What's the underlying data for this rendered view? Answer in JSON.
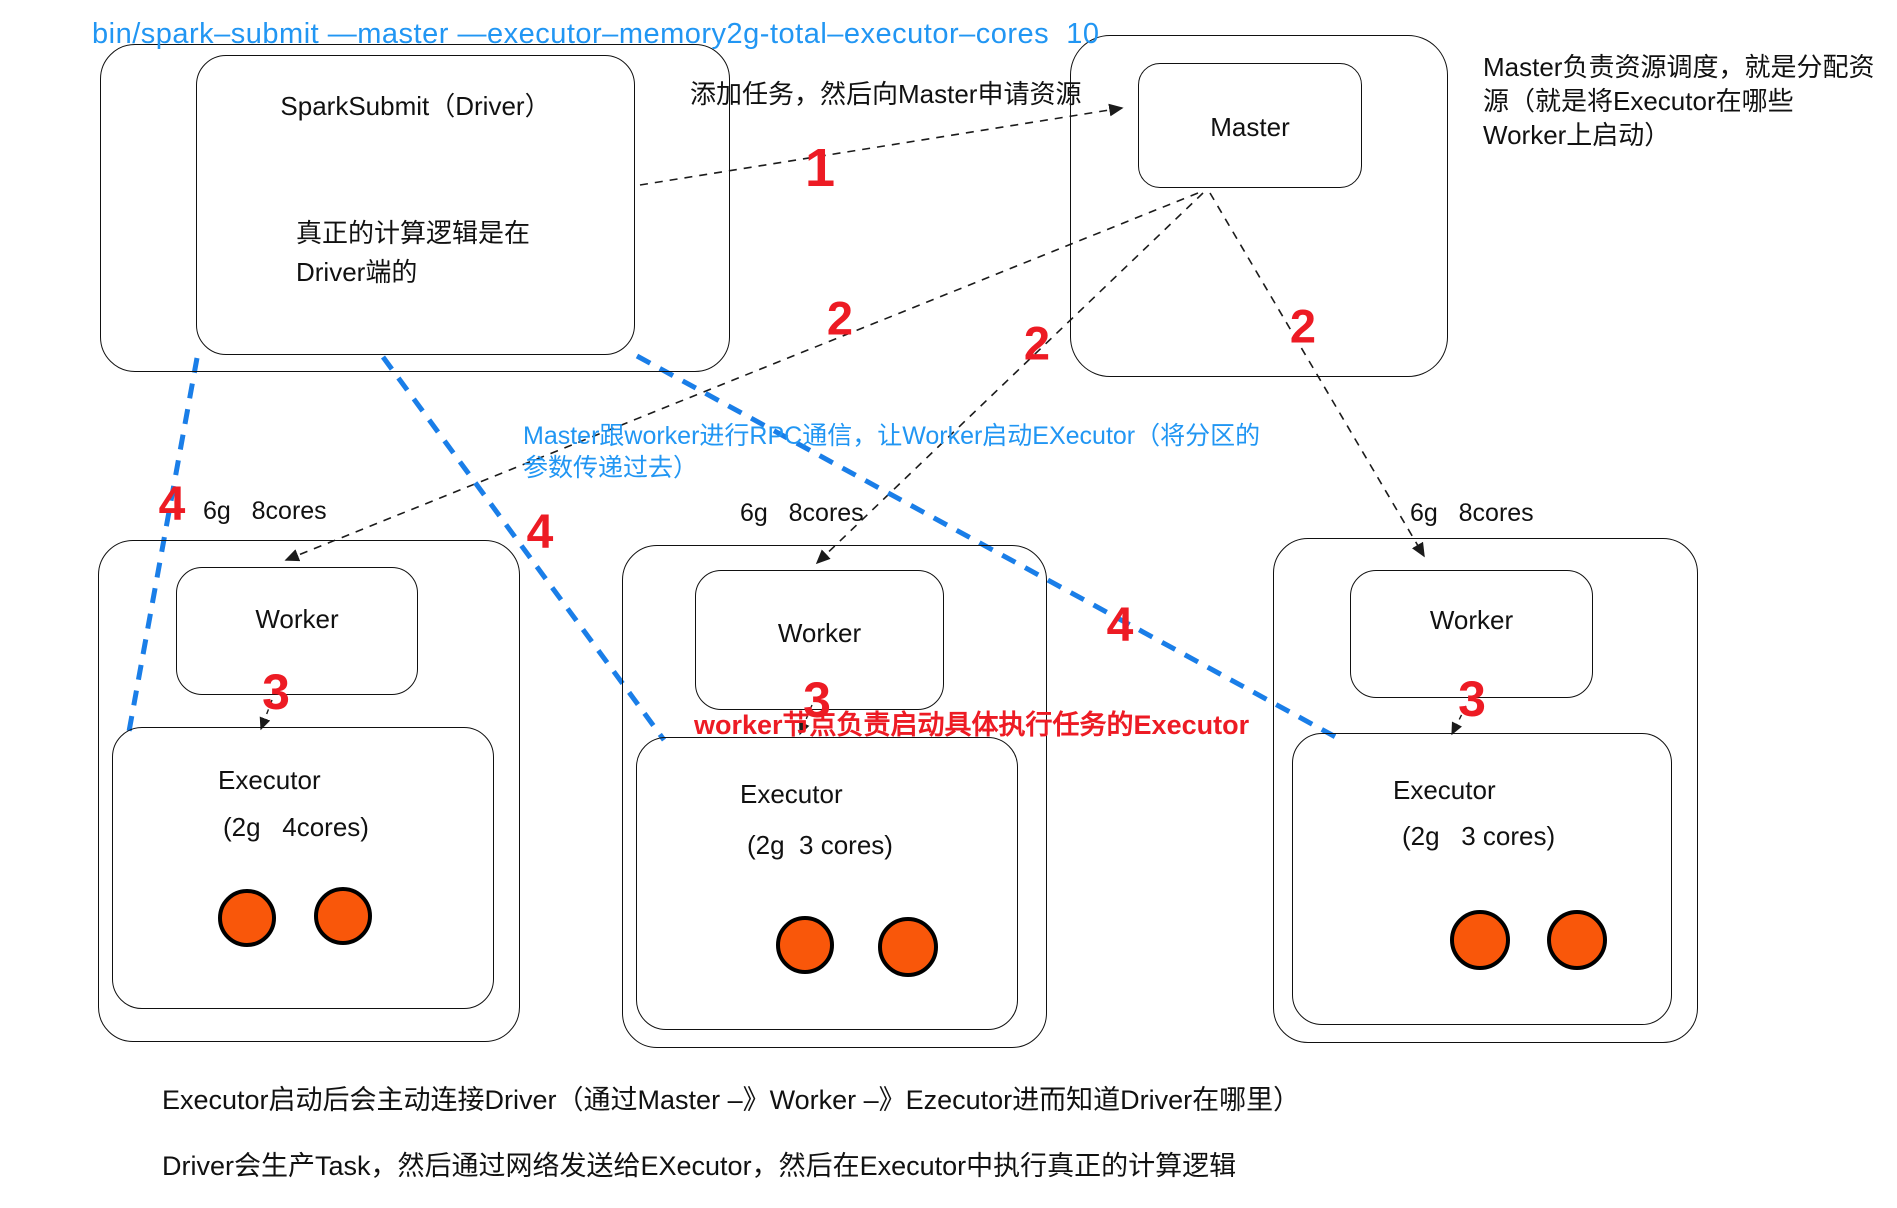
{
  "palette": {
    "blue_text": "#2196f3",
    "blue_line": "#1a7ee8",
    "red": "#ed1b24",
    "orange": "#f9570a"
  },
  "command": "bin/spark–submit —master —executor–memory2g-total–executor–cores  10",
  "annotations": {
    "request_note": "添加任务，然后向Master申请资源",
    "master_role": "Master负责资源调度，就是分配资源（就是将Executor在哪些Worker上启动）",
    "rpc_line1": "Master跟worker进行RPC通信，让Worker启动EXecutor（将分区的",
    "rpc_line2": "参数传递过去）",
    "worker_note": "worker节点负责启动具体执行任务的Executor",
    "bottom_line1": "Executor启动后会主动连接Driver（通过Master –》Worker –》Ezecutor进而知道Driver在哪里）",
    "bottom_line2": "Driver会生产Task，然后通过网络发送给EXecutor，然后在Executor中执行真正的计算逻辑"
  },
  "driver": {
    "title": "SparkSubmit（Driver）",
    "body_line1": "真正的计算逻辑是在",
    "body_line2": "Driver端的"
  },
  "master": {
    "label": "Master"
  },
  "steps": {
    "s1": "1",
    "s2": "2",
    "s3": "3",
    "s4": "4"
  },
  "workers": [
    {
      "resources": "6g   8cores",
      "label": "Worker",
      "executor": "Executor",
      "spec": "(2g   4cores)",
      "task_count": 2
    },
    {
      "resources": "6g   8cores",
      "label": "Worker",
      "executor": "Executor",
      "spec": "(2g  3 cores)",
      "task_count": 2
    },
    {
      "resources": "6g   8cores",
      "label": "Worker",
      "executor": "Executor",
      "spec": "(2g   3 cores)",
      "task_count": 2
    }
  ]
}
